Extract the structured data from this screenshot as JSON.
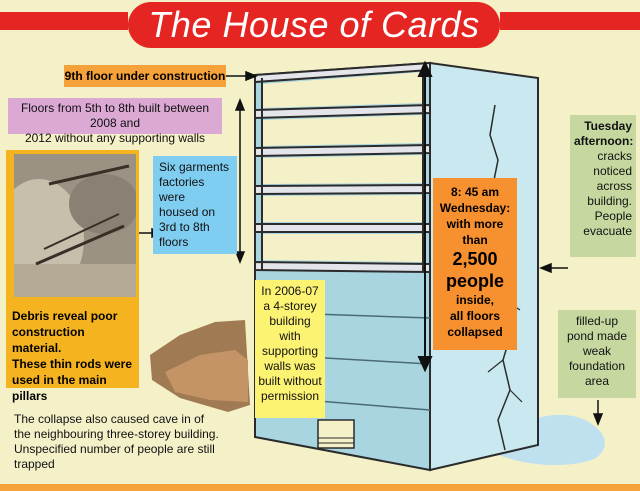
{
  "title": "The House of Cards",
  "labels": {
    "ninth_floor": "9th floor under construction",
    "floors_5_8": [
      "Floors from 5th to 8th built between 2008 and",
      "2012 without any supporting walls"
    ],
    "six_factories": [
      "Six garments",
      "factories were",
      "housed on",
      "3rd to 8th",
      "floors"
    ],
    "debris": [
      "Debris reveal poor",
      "construction material.",
      "These thin rods were",
      "used in the main pillars"
    ],
    "building_2006": [
      "In 2006-07",
      "a 4-storey",
      "building",
      "with",
      "supporting",
      "walls was",
      "built without",
      "permission"
    ],
    "collapse_time": [
      "8: 45 am",
      "Wednesday:",
      "with more",
      "than"
    ],
    "collapse_number": "2,500",
    "collapse_people": "people",
    "collapse_rest": [
      "inside,",
      "all floors",
      "collapsed"
    ],
    "tuesday_head": [
      "Tuesday",
      "afternoon:"
    ],
    "tuesday_body": [
      "cracks",
      "noticed",
      "across",
      "building.",
      "People",
      "evacuate"
    ],
    "pond": [
      "filled-up",
      "pond made",
      "weak",
      "foundation",
      "area"
    ],
    "neighbour_collapse": [
      "The collapse also caused cave in of",
      "the neighbouring three-storey building.",
      "Unspecified number of people are still trapped"
    ]
  },
  "colors": {
    "banner_red": "#e52521",
    "background": "#f4f1c8",
    "building_blue": "#bde4ec",
    "orange": "#f5a23a",
    "purple": "#dba9d4",
    "cyan": "#7fcdf0",
    "yellow": "#fdf372",
    "green": "#c6d8a0"
  }
}
